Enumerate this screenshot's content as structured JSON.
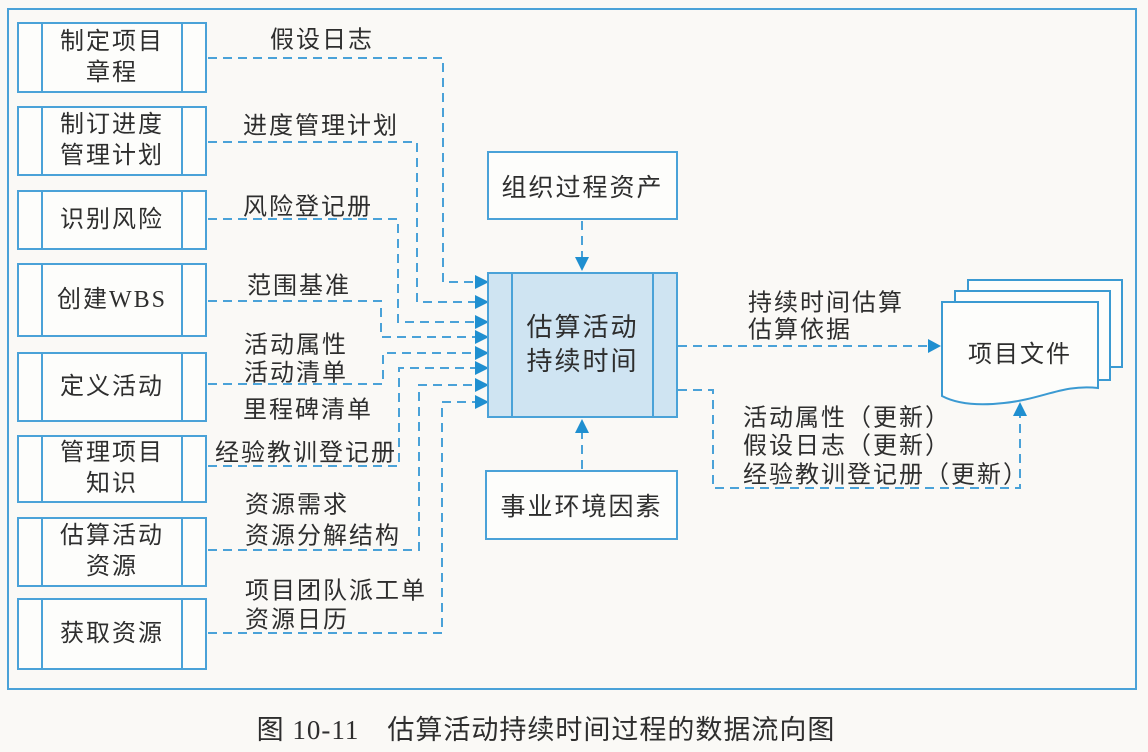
{
  "caption": "图 10-11　估算活动持续时间过程的数据流向图",
  "colors": {
    "line_blue": "#4aa2d8",
    "arrow_blue": "#1f8fd0",
    "process_fill": "#cfe4f2",
    "box_fill": "#fdfdfb",
    "text": "#2e2e2e"
  },
  "sources": [
    {
      "l1": "制定项目",
      "l2": "章程"
    },
    {
      "l1": "制订进度",
      "l2": "管理计划"
    },
    {
      "l1": "识别风险"
    },
    {
      "l1": "创建WBS"
    },
    {
      "l1": "定义活动"
    },
    {
      "l1": "管理项目",
      "l2": "知识"
    },
    {
      "l1": "估算活动",
      "l2": "资源"
    },
    {
      "l1": "获取资源"
    }
  ],
  "inputs": {
    "assumption_log": "假设日志",
    "schedule_mgmt_plan": "进度管理计划",
    "risk_register": "风险登记册",
    "scope_baseline": "范围基准",
    "activity_attributes": "活动属性",
    "activity_list": "活动清单",
    "milestone_list": "里程碑清单",
    "lessons_learned_register": "经验教训登记册",
    "resource_requirements": "资源需求",
    "resource_breakdown_structure": "资源分解结构",
    "project_team_assignments": "项目团队派工单",
    "resource_calendars": "资源日历"
  },
  "center_process": {
    "l1": "估算活动",
    "l2": "持续时间"
  },
  "top_box": "组织过程资产",
  "bottom_box": "事业环境因素",
  "outputs": {
    "duration_estimates": "持续时间估算",
    "basis_of_estimates": "估算依据",
    "activity_attributes_update": "活动属性（更新）",
    "assumption_log_update": "假设日志（更新）",
    "lessons_learned_update": "经验教训登记册（更新）"
  },
  "document_store": "项目文件"
}
